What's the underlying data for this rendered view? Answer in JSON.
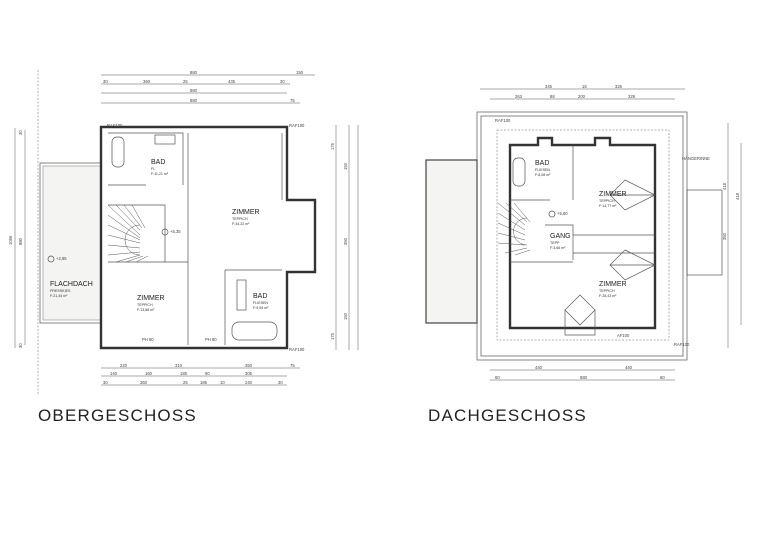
{
  "titles": {
    "upper": "OBERGESCHOSS",
    "attic": "DACHGESCHOSS"
  },
  "upper": {
    "rooms": [
      {
        "name": "BAD",
        "floor": "FL",
        "area": "F:11,21 m²"
      },
      {
        "name": "ZIMMER",
        "floor": "TEPPICH",
        "area": "F:34,22 m²"
      },
      {
        "name": "ZIMMER",
        "floor": "TEPPICH",
        "area": "F:13,88 m²"
      },
      {
        "name": "BAD",
        "floor": "FLIESEN",
        "area": "F:9,59 m²"
      },
      {
        "name": "FLACHDACH",
        "floor": "PRESSKIES",
        "area": "F:21,44 m²"
      }
    ],
    "levels": [
      "+5,35",
      "+2,85"
    ],
    "dims_top": [
      "880",
      "150",
      "30",
      "360",
      "25",
      "435",
      "30",
      "880",
      "880",
      "75"
    ],
    "dims_bottom": [
      "220",
      "310",
      "350",
      "75",
      "140",
      "160",
      "185",
      "90",
      "305",
      "30",
      "360",
      "25",
      "185",
      "10",
      "240",
      "30"
    ],
    "dims_left": [
      "1056",
      "880",
      "30",
      "30"
    ],
    "dims_right": [
      "175",
      "150",
      "350",
      "150",
      "175"
    ],
    "tags": [
      "RAF100",
      "RAF100",
      "RAF100",
      "PH 80",
      "PH 80"
    ]
  },
  "attic": {
    "rooms": [
      {
        "name": "BAD",
        "floor": "FLIESEN",
        "area": "F:8,08 m²"
      },
      {
        "name": "ZIMMER",
        "floor": "TEPPICH",
        "area": "F:14,77 m²"
      },
      {
        "name": "GANG",
        "floor": "TEPP",
        "area": "F:3,66 m²"
      },
      {
        "name": "ZIMMER",
        "floor": "TEPPICH",
        "area": "F:28,43 m²"
      }
    ],
    "levels": [
      "+5,60"
    ],
    "dims_top": [
      "345",
      "18",
      "325",
      "263",
      "88",
      "200",
      "329"
    ],
    "dims_bottom": [
      "440",
      "440",
      "60",
      "880",
      "60"
    ],
    "dims_right": [
      "418",
      "350",
      "418"
    ],
    "tags": [
      "RAF100",
      "RAF100",
      "HÄNGERINNE",
      "AF100"
    ]
  }
}
